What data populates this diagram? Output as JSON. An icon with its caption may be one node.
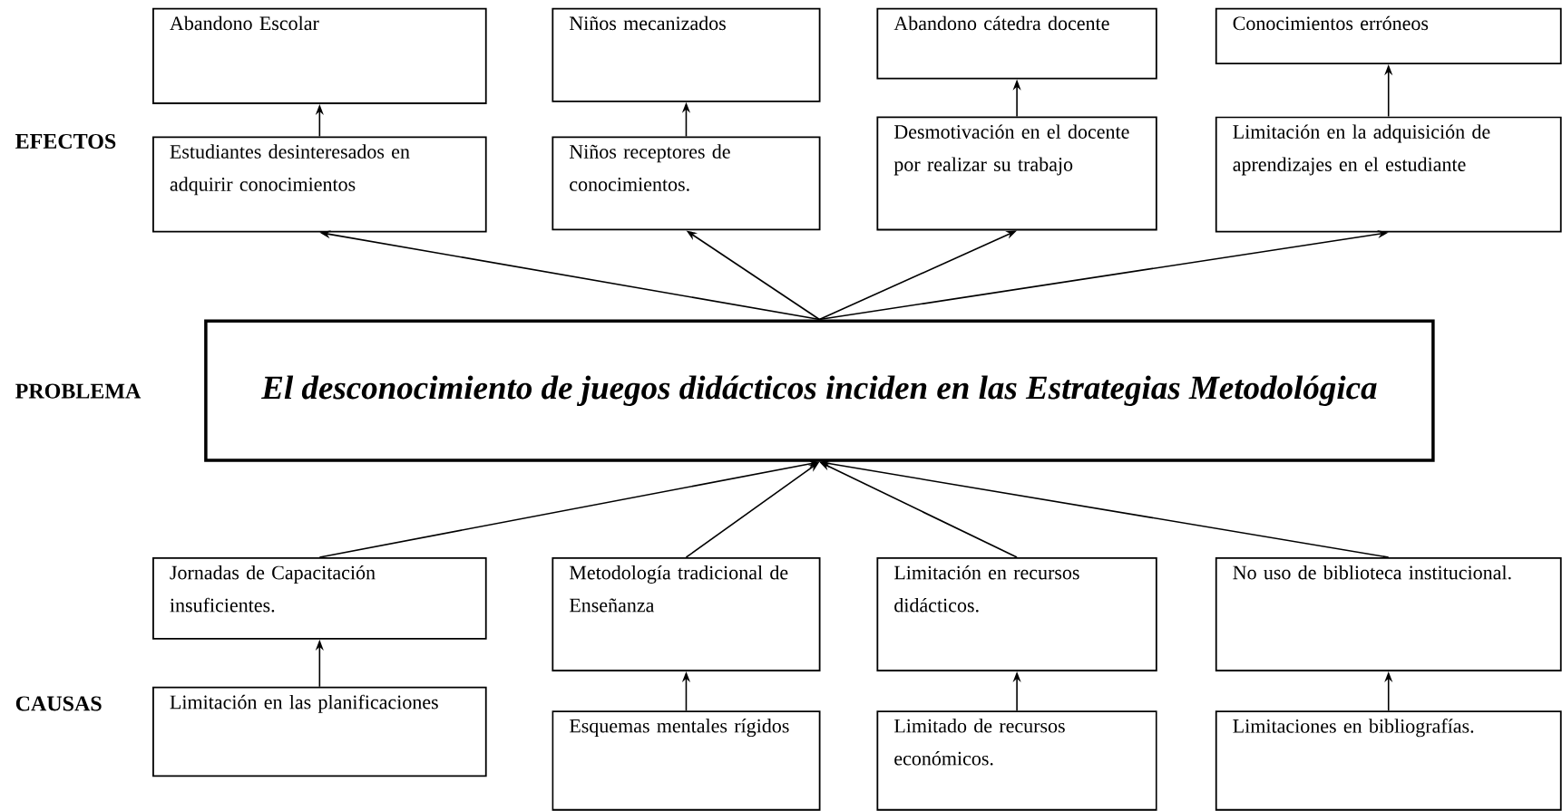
{
  "diagram": {
    "nodes": [
      {
        "text": [
          "Abandono Escolar"
        ]
      },
      {
        "text": [
          "Niños mecanizados"
        ]
      },
      {
        "text": [
          "Abandono cátedra docente"
        ]
      },
      {
        "text": [
          "Conocimientos erróneos"
        ]
      },
      {
        "text": [
          "Estudiantes desinteresados en adquirir conocimientos"
        ]
      },
      {
        "text": [
          "Niños receptores de conocimientos."
        ]
      },
      {
        "text": [
          "Desmotivación en el docente por realizar su trabajo"
        ]
      },
      {
        "text": [
          "Limitación en la adquisición de aprendizajes en el estudiante"
        ]
      },
      {
        "text": [
          "El desconocimiento de juegos didácticos inciden  en las Estrategias Metodológica"
        ]
      },
      {
        "text": [
          "Jornadas de Capacitación insuficientes."
        ]
      },
      {
        "text": [
          "Metodología tradicional de Enseñanza"
        ]
      },
      {
        "text": [
          "Limitación en recursos didácticos."
        ]
      },
      {
        "text": [
          "No uso de biblioteca institucional."
        ]
      },
      {
        "text": [
          "Limitación en las planificaciones"
        ]
      },
      {
        "text": [
          "Esquemas mentales rígidos"
        ]
      },
      {
        "text": [
          "Limitado de recursos económicos."
        ]
      },
      {
        "text": [
          "Limitaciones en bibliografías."
        ]
      }
    ],
    "edges": [
      {
        "from": 4,
        "to": 0,
        "arrow": "to"
      },
      {
        "from": 5,
        "to": 1,
        "arrow": "to"
      },
      {
        "from": 6,
        "to": 2,
        "arrow": "to"
      },
      {
        "from": 7,
        "to": 3,
        "arrow": "to"
      },
      {
        "from": 8,
        "to": 4,
        "arrow": "to"
      },
      {
        "from": 8,
        "to": 5,
        "arrow": "to"
      },
      {
        "from": 8,
        "to": 6,
        "arrow": "to"
      },
      {
        "from": 8,
        "to": 7,
        "arrow": "to"
      },
      {
        "from": 9,
        "to": 8,
        "arrow": "to"
      },
      {
        "from": 10,
        "to": 8,
        "arrow": "to"
      },
      {
        "from": 11,
        "to": 8,
        "arrow": "to"
      },
      {
        "from": 12,
        "to": 8,
        "arrow": "to"
      },
      {
        "from": 13,
        "to": 9,
        "arrow": "to"
      },
      {
        "from": 14,
        "to": 10,
        "arrow": "to"
      },
      {
        "from": 15,
        "to": 11,
        "arrow": "to"
      },
      {
        "from": 16,
        "to": 12,
        "arrow": "to"
      }
    ],
    "labels": [
      "EFECTOS",
      "PROBLEMA",
      "CAUSAS"
    ]
  }
}
